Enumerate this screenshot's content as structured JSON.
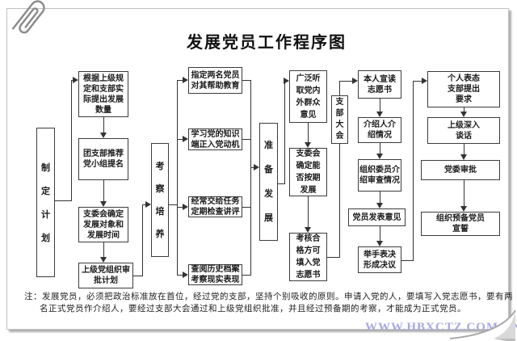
{
  "title": "发展党员工作程序图",
  "stages": [
    "制定计划",
    "考察培养",
    "准备发展",
    "支部大会"
  ],
  "flow": {
    "plan": [
      "根据上级规定和支部实际提出发展数量",
      "团支部推荐党小组提名",
      "支委会确定发展对象和发展时间",
      "上级党组织审批计划"
    ],
    "cultivate": [
      "指定两名党员对其帮助教育",
      "学习党的知识端正入党动机",
      "经常交给任务定期检查讲评",
      "查阅历史档案考察现实表现"
    ],
    "prepare": [
      "广泛听取党内外群众意见",
      "支委会确定能否按期发展",
      "考核合格方可填入党志愿书"
    ],
    "meeting": [
      "本人宣读志愿书",
      "介绍人介绍情况",
      "组织委员介绍审查情况",
      "党员发表意见",
      "举手表决形成决议"
    ],
    "after": [
      "个人表态支部提出要求",
      "上级深入谈话",
      "党委审批",
      "组织预备党员宣誓"
    ]
  },
  "note": "注：发展党员，必须把政治标准放在首位，经过党的支部，坚持个别吸收的原则。申请入党的人，要填写入党志愿书，要有两名正式党员作介绍人，要经过支部大会通过和上级党组织批准，并且经过预备期的考察，才能成为正式党员。",
  "watermark": "WWW.HBXCTZ.COM.CN",
  "colors": {
    "line": "#333333",
    "watermark": "#a6aade",
    "border": "#3c3c3c"
  }
}
